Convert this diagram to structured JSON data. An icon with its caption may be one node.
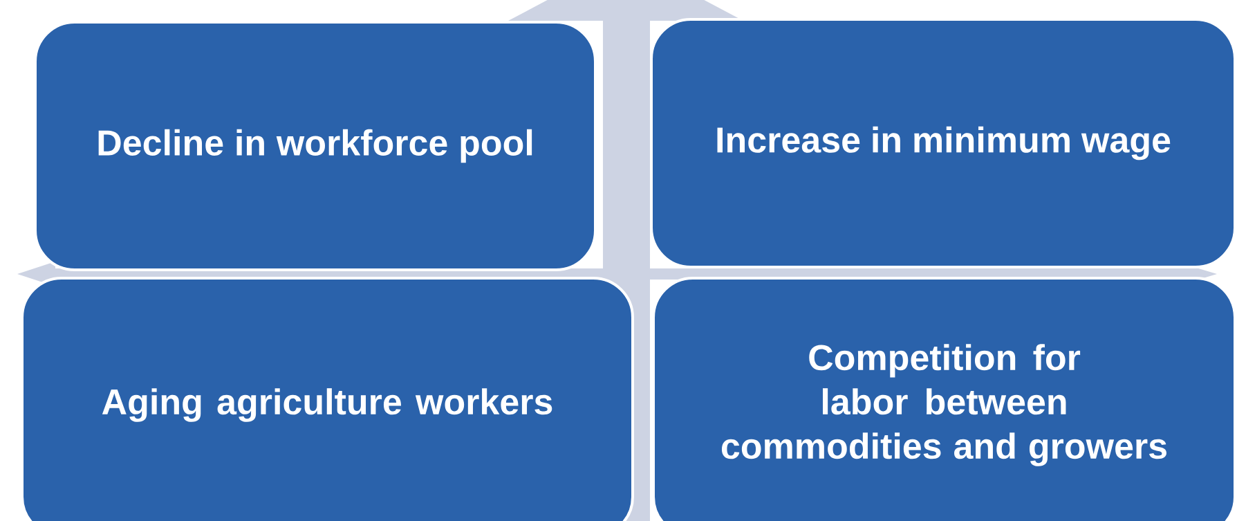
{
  "diagram": {
    "nodes": [
      {
        "text": [
          "Decline in workforce pool"
        ]
      },
      {
        "text": [
          "Increase in minimum wage"
        ]
      },
      {
        "text": [
          "Aging agriculture workers"
        ]
      },
      {
        "text": [
          "Competition for labor between commodities and growers"
        ]
      }
    ]
  }
}
